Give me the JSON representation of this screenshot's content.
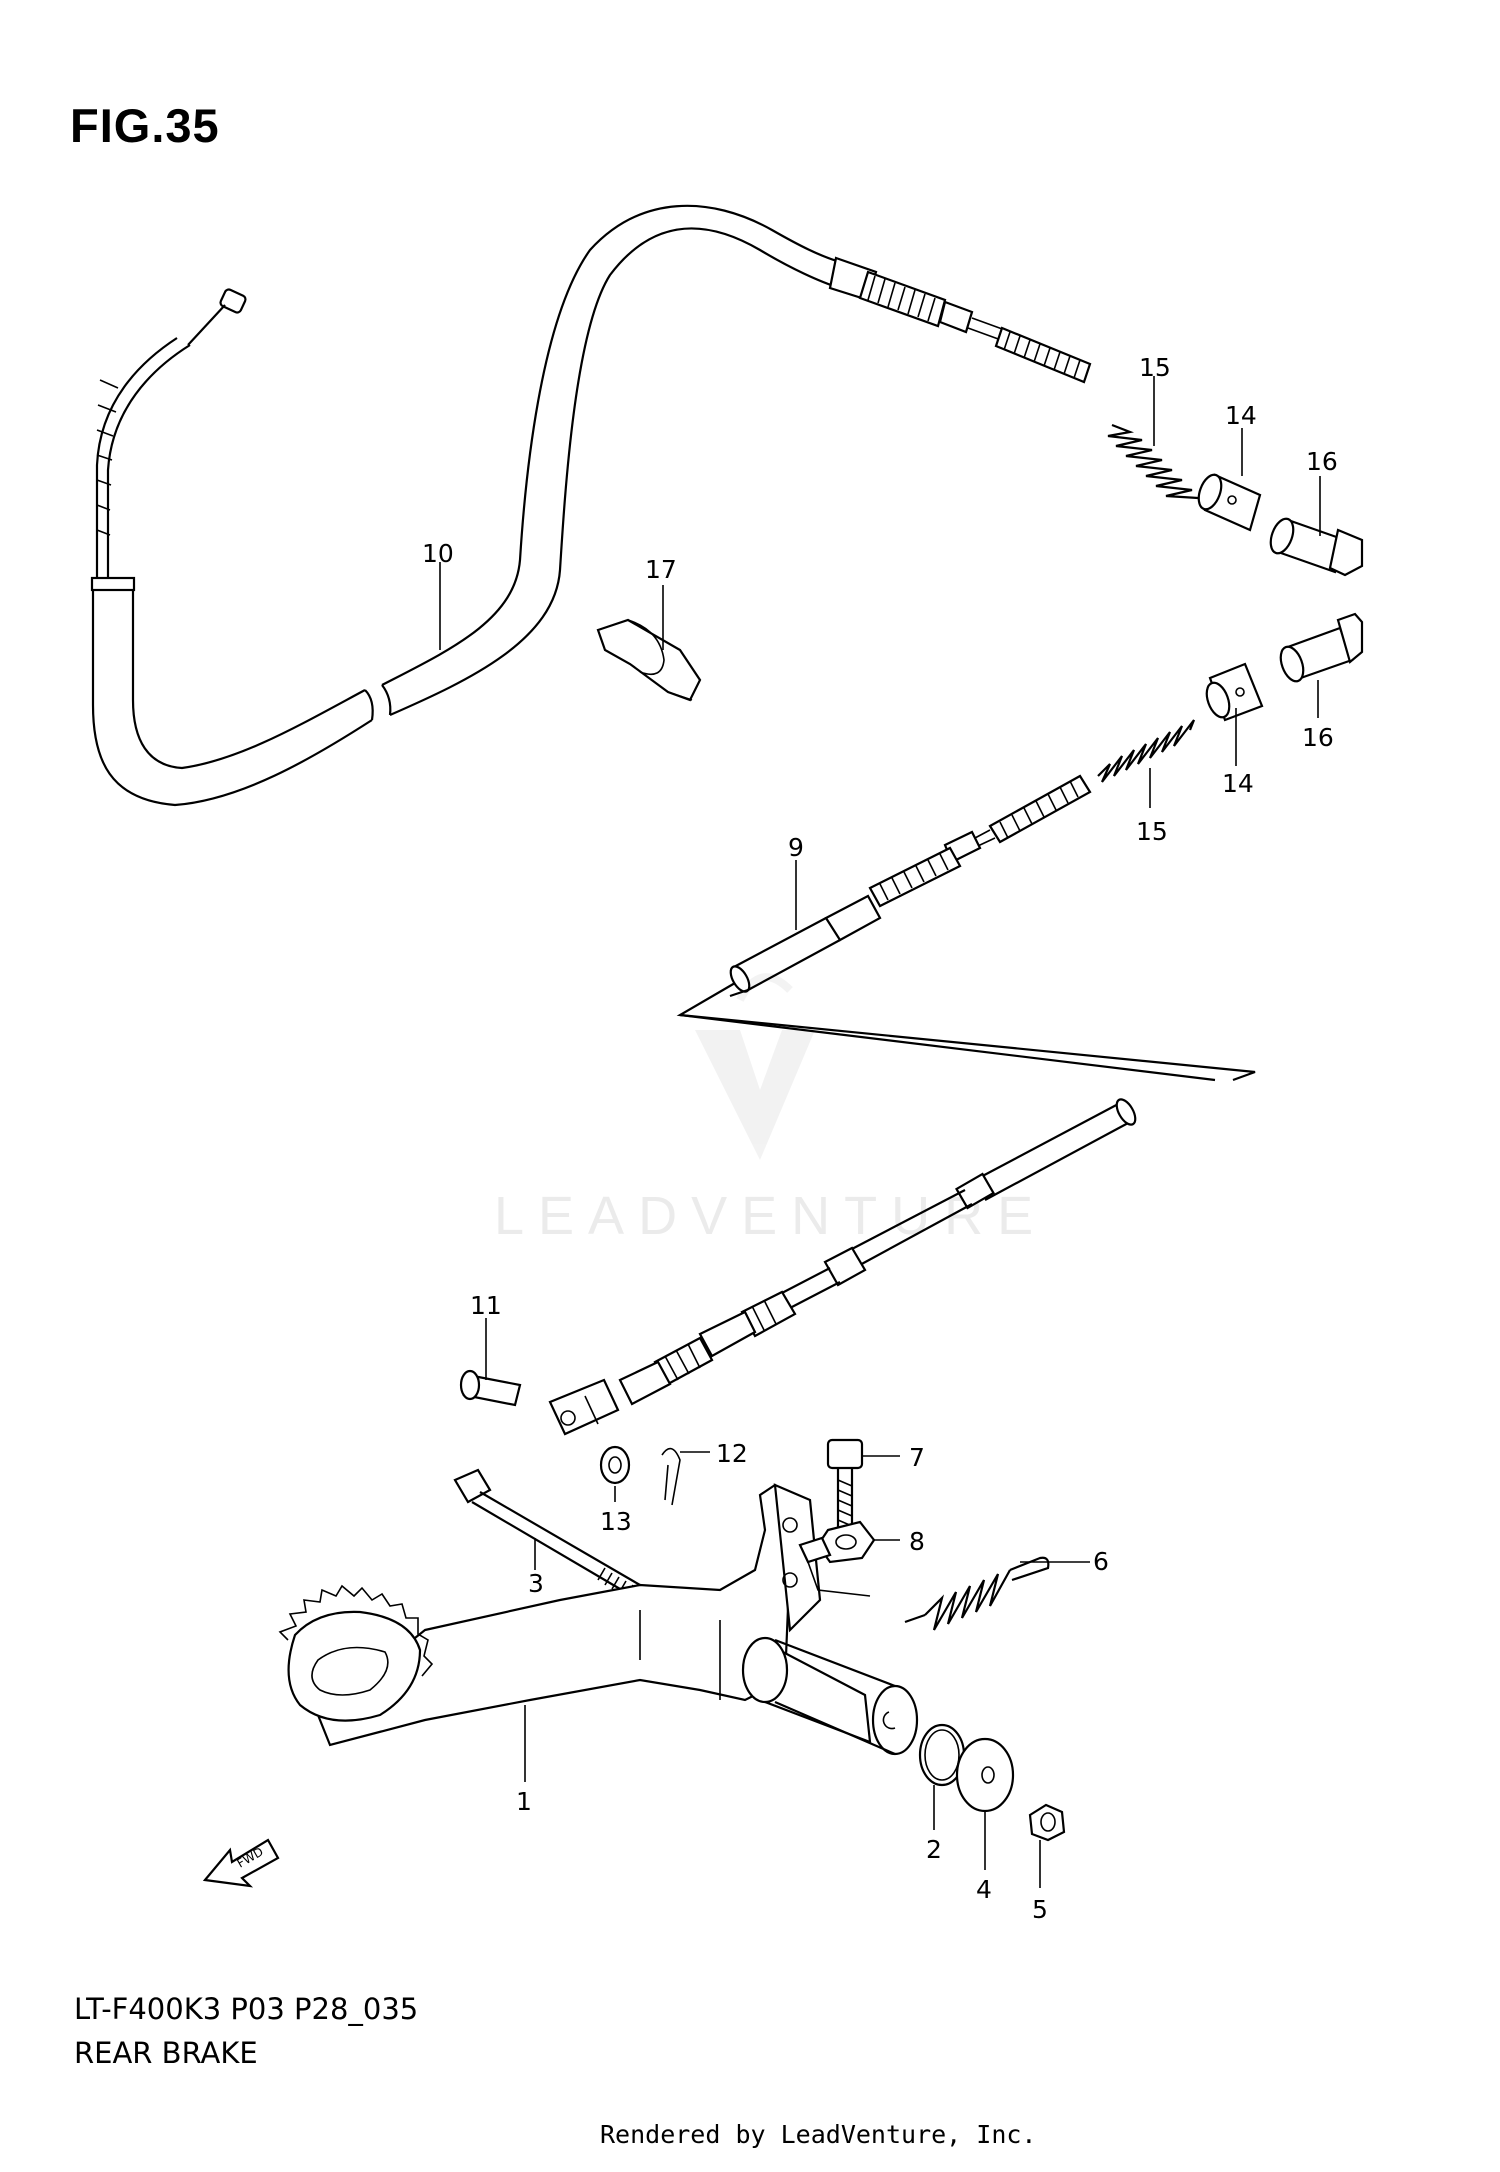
{
  "figure": {
    "title": "FIG.35",
    "model_code": "LT-F400K3 P03 P28_035",
    "name": "REAR BRAKE"
  },
  "footer": {
    "credit": "Rendered by LeadVenture, Inc."
  },
  "watermark": {
    "text": "LEADVENTURE",
    "logo": "leadventure-logo"
  },
  "callouts": {
    "c1": "1",
    "c2": "2",
    "c3": "3",
    "c4": "4",
    "c5": "5",
    "c6": "6",
    "c7": "7",
    "c8": "8",
    "c9": "9",
    "c10": "10",
    "c11": "11",
    "c12": "12",
    "c13": "13",
    "c14a": "14",
    "c14b": "14",
    "c15a": "15",
    "c15b": "15",
    "c16a": "16",
    "c16b": "16",
    "c17": "17"
  },
  "fwd_arrow": {
    "label": "FWD"
  }
}
